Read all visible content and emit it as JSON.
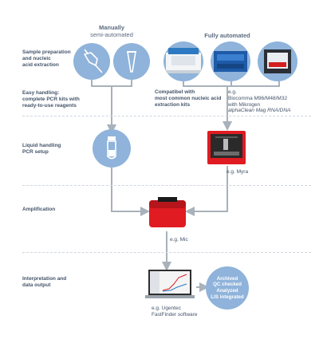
{
  "columns": {
    "manual": [
      "Manually",
      "semi-automated"
    ],
    "auto": "Fully automated"
  },
  "stages": [
    {
      "id": "sample",
      "label": [
        "Sample preparation",
        "and nucleic",
        "acid extraction"
      ]
    },
    {
      "id": "handling",
      "label": [
        "Easy handling:",
        "complete PCR kits with",
        "ready-to-use reagents"
      ]
    },
    {
      "id": "liquid",
      "label": [
        "Liquid handling",
        "PCR setup"
      ]
    },
    {
      "id": "amp",
      "label": [
        "Amplification"
      ]
    },
    {
      "id": "interp",
      "label": [
        "Interpretation and",
        "data output"
      ]
    }
  ],
  "notes": {
    "compat": [
      "Compatibel with",
      "most common nucleic acid",
      "extraction kits"
    ],
    "eg_extract": [
      "e.g.",
      "Biocomma M96/M48/M32",
      "with Mikrogen",
      "alphaClean Mag RNA/DNA"
    ],
    "eg_myra": "e.g. Myra",
    "eg_mic": "e.g. Mic",
    "eg_software": [
      "e.g. Ugentec",
      "FastFinder software"
    ]
  },
  "output_circle": [
    "Archived",
    "QC checked",
    "Analyzed",
    "LIS integrated"
  ],
  "colors": {
    "circle": "#8fb3da",
    "line": "#a9b1ba",
    "text": "#44546a",
    "device_red": "#e01b22"
  }
}
